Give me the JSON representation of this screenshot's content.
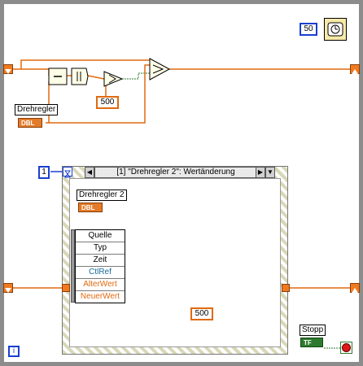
{
  "wait_constant": "50",
  "comparison_value_top": "500",
  "comparison_value_inner": "500",
  "dial_label_top": "Drehregler",
  "dial_label_inner": "Drehregler 2",
  "dbl_terminal_text": "DBL",
  "loop_count_constant": "1",
  "event_case_label": "[1] \"Drehregler 2\": Wertänderung",
  "event_data_node": [
    "Quelle",
    "Typ",
    "Zeit",
    "CtlRef",
    "AlterWert",
    "NeuerWert"
  ],
  "stop_label": "Stopp",
  "stop_terminal_text": "TF",
  "iteration_terminal": "i",
  "colors": {
    "wire_orange": "#e06a10",
    "wire_green": "#2f7a2f",
    "constant_blue": "#1a3fd0",
    "frame_gray": "#8c8c8c"
  }
}
